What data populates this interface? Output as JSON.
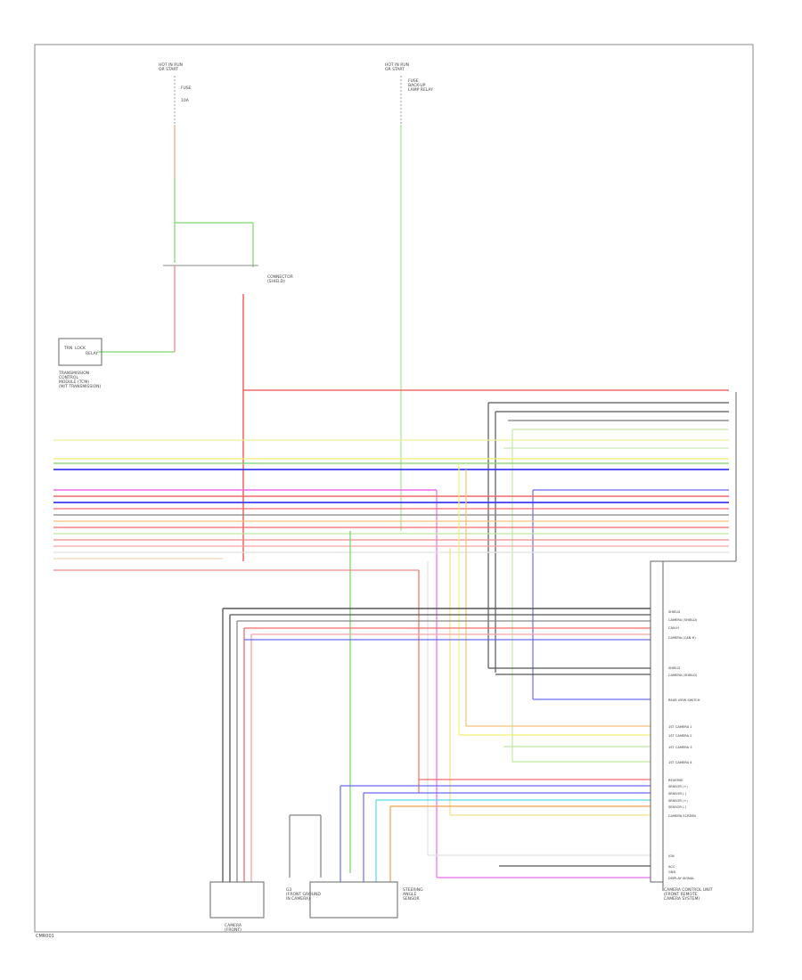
{
  "fuse_left": {
    "header": [
      "HOT IN RUN",
      "OR START"
    ],
    "fuse": [
      "FUSE",
      "10A"
    ]
  },
  "fuse_center": {
    "header": [
      "HOT IN RUN",
      "OR START"
    ],
    "fuse": [
      "FUSE",
      "BACK-UP",
      "LAMP RELAY"
    ]
  },
  "relay_box": {
    "body": [
      "TRN",
      "LOCK",
      "RELAY"
    ],
    "caption": [
      "TRANSMISSION",
      "CONTROL",
      "MODULE (TCM)",
      "(M/T TRANSMISSION)"
    ]
  },
  "junction_label": [
    "CONNECTOR",
    "(SHIELD)"
  ],
  "ecu": {
    "pins": [
      "SHIELD",
      "CAMERA (SHIELD)",
      "CAN-H",
      "CAMERA (CAN-H)",
      "SHIELD",
      "CAMERA (SHIELD)",
      "REAR VIEW SWITCH",
      "1ST CAMERA 1",
      "1ST CAMERA 2",
      "1ST CAMERA 3",
      "1ST CAMERA 4",
      "REVERSE",
      "SENSOR (+)",
      "SENSOR (-)",
      "SENSOR (+)",
      "SENSOR (-)",
      "CAMERA SCREEN",
      "IGN",
      "ACC",
      "GND",
      "DISPLAY SIGNAL"
    ],
    "caption": [
      "CAMERA CONTROL UNIT",
      "(FRONT REMOTE",
      "CAMERA SYSTEM)"
    ]
  },
  "camera": {
    "caption": [
      "CAMERA",
      "(FRONT)"
    ]
  },
  "ground": {
    "caption": [
      "G3",
      "(FRONT GROUND",
      "IN CAMERA)"
    ]
  },
  "camera_body": {
    "caption": [
      "STEERING",
      "ANGLE",
      "SENSOR"
    ]
  },
  "footer_code": "CMR001"
}
